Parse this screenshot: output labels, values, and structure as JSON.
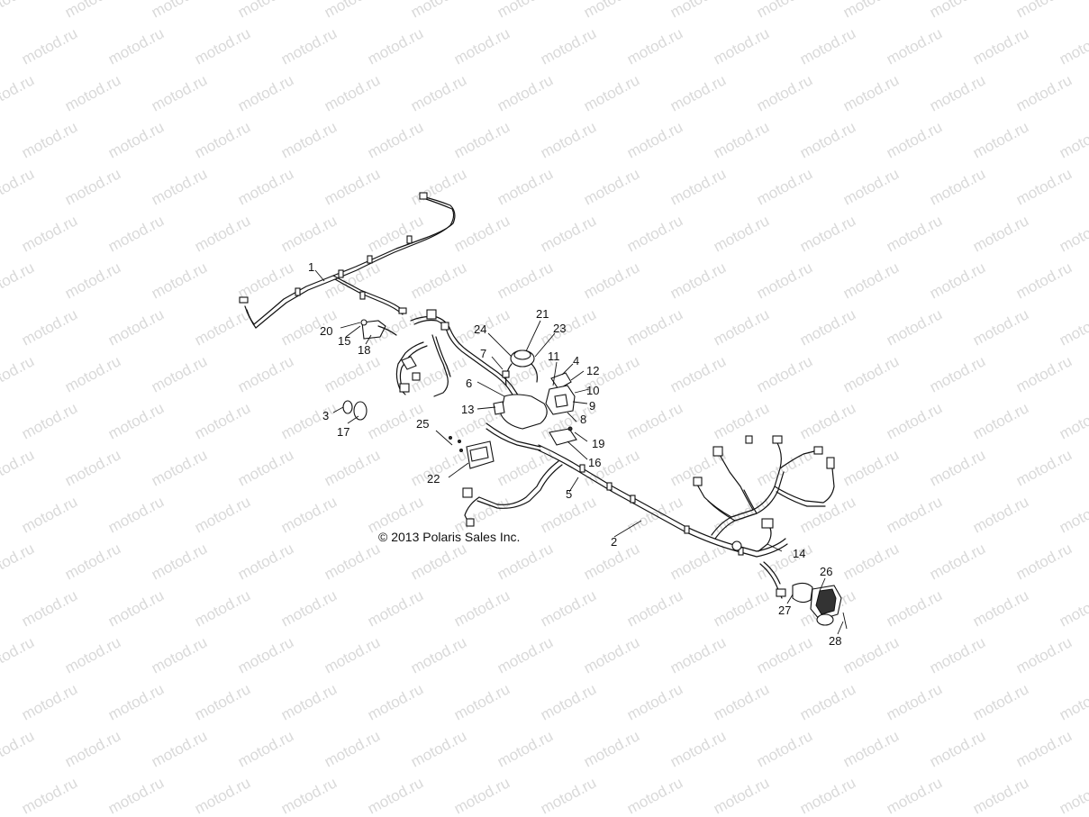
{
  "watermark": {
    "text": "motod.ru"
  },
  "diagram": {
    "copyright": "© 2013 Polaris Sales Inc.",
    "callouts": [
      "1",
      "2",
      "3",
      "4",
      "5",
      "6",
      "7",
      "8",
      "9",
      "10",
      "11",
      "12",
      "13",
      "14",
      "15",
      "16",
      "17",
      "18",
      "19",
      "20",
      "21",
      "22",
      "23",
      "24",
      "25",
      "26",
      "27",
      "28"
    ]
  }
}
